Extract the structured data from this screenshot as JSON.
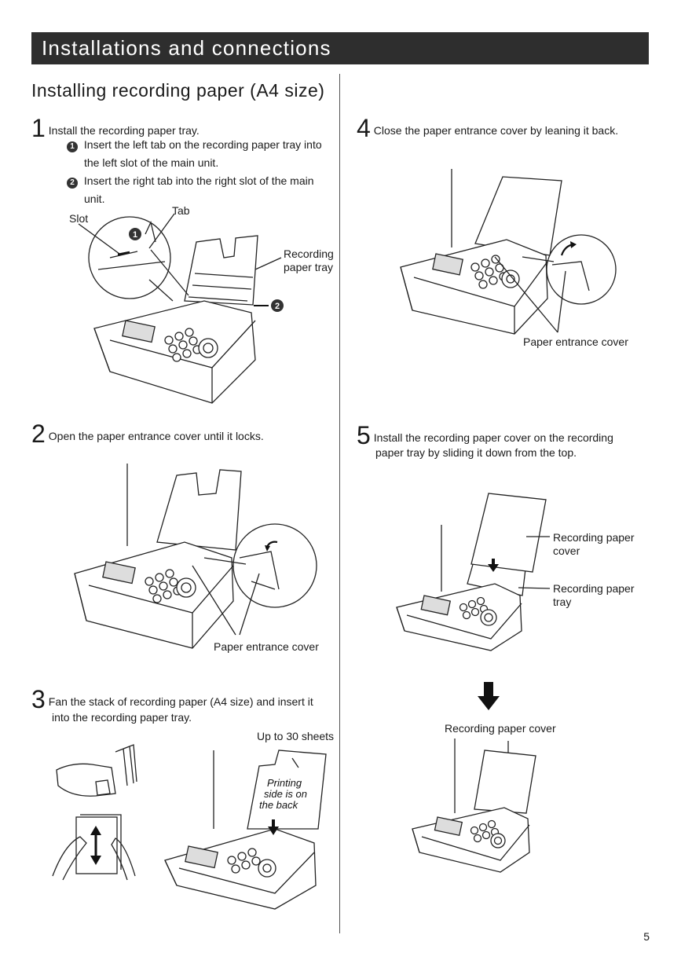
{
  "header": {
    "title": "Installations and connections"
  },
  "section": {
    "title": "Installing recording paper (A4 size)"
  },
  "steps": [
    {
      "number": "1",
      "text": "Install the recording paper tray.",
      "substeps": [
        {
          "marker": "1",
          "text_line1": "Insert the left tab on the recording paper tray into",
          "text_line2": "the left slot of the main unit."
        },
        {
          "marker": "2",
          "text_line1": "Insert the right tab into the right slot of the main",
          "text_line2": "unit."
        }
      ],
      "callouts": {
        "slot": "Slot",
        "tab": "Tab",
        "tray_line1": "Recording",
        "tray_line2": "paper tray",
        "marker1": "1",
        "marker2": "2"
      }
    },
    {
      "number": "2",
      "text": "Open the paper entrance cover until it locks.",
      "callouts": {
        "cover": "Paper entrance cover"
      }
    },
    {
      "number": "3",
      "text_line1": "Fan the stack of recording paper (A4 size) and insert it",
      "text_line2": "into the recording paper tray.",
      "callouts": {
        "sheets": "Up to 30 sheets",
        "printing_line1": "Printing",
        "printing_line2": "side is on",
        "printing_line3": "the back"
      }
    },
    {
      "number": "4",
      "text": "Close the paper entrance cover by leaning it back.",
      "callouts": {
        "cover": "Paper entrance cover"
      }
    },
    {
      "number": "5",
      "text_line1": "Install the recording paper cover on the recording",
      "text_line2": "paper tray by sliding it down from the top.",
      "callouts": {
        "cover_line1": "Recording paper",
        "cover_line2": "cover",
        "tray_line1": "Recording paper",
        "tray_line2": "tray",
        "cover_bottom": "Recording paper cover"
      }
    }
  ],
  "footer": {
    "page_number": "5"
  }
}
